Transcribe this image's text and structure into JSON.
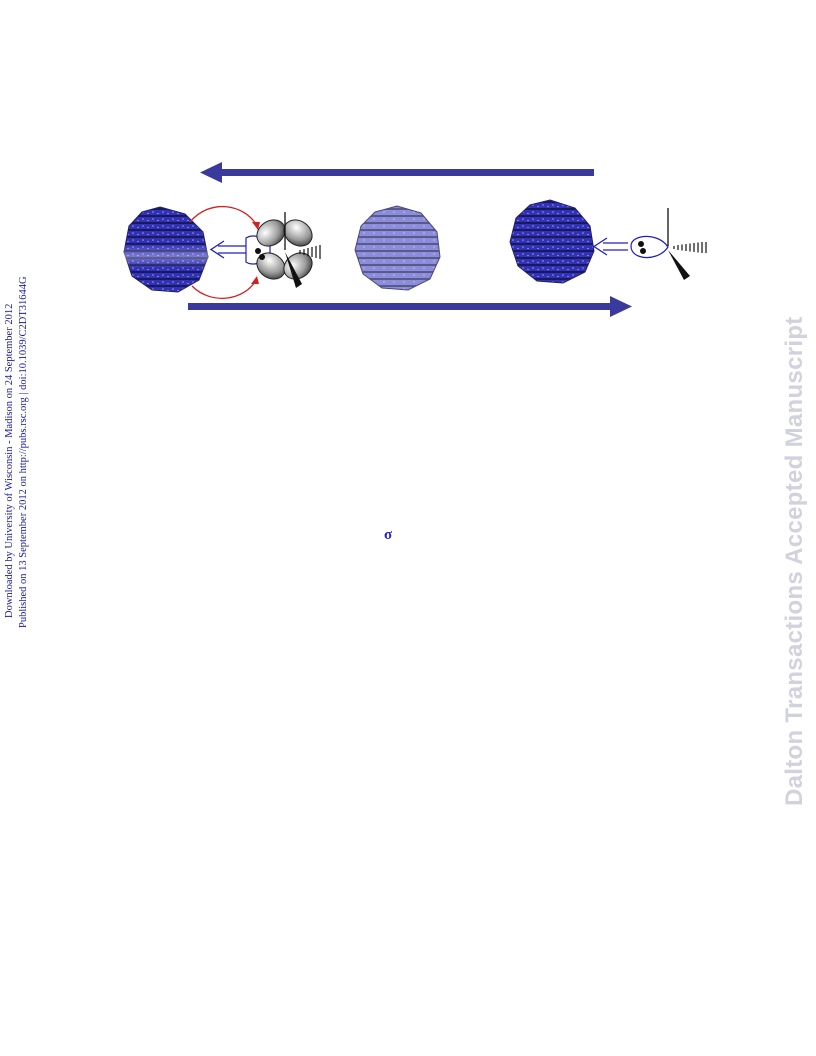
{
  "side_note": {
    "line1": "Downloaded by University of Wisconsin - Madison on 24 September 2012",
    "line2": "Published on 13 September 2012 on http://pubs.rsc.org | doi:10.1039/C2DT31644G"
  },
  "watermark": "Dalton Transactions Accepted Manuscript",
  "figure": {
    "sigma_symbol": "σ"
  },
  "colors": {
    "arrow": "#3a3a9c",
    "cluster_dark": "#2a2ab0",
    "cluster_light": "#8a8ad6",
    "backbond": "#d42020",
    "donation": "#2020c0",
    "side_text": "#1a1aa6",
    "watermark": "#d2d2df"
  }
}
